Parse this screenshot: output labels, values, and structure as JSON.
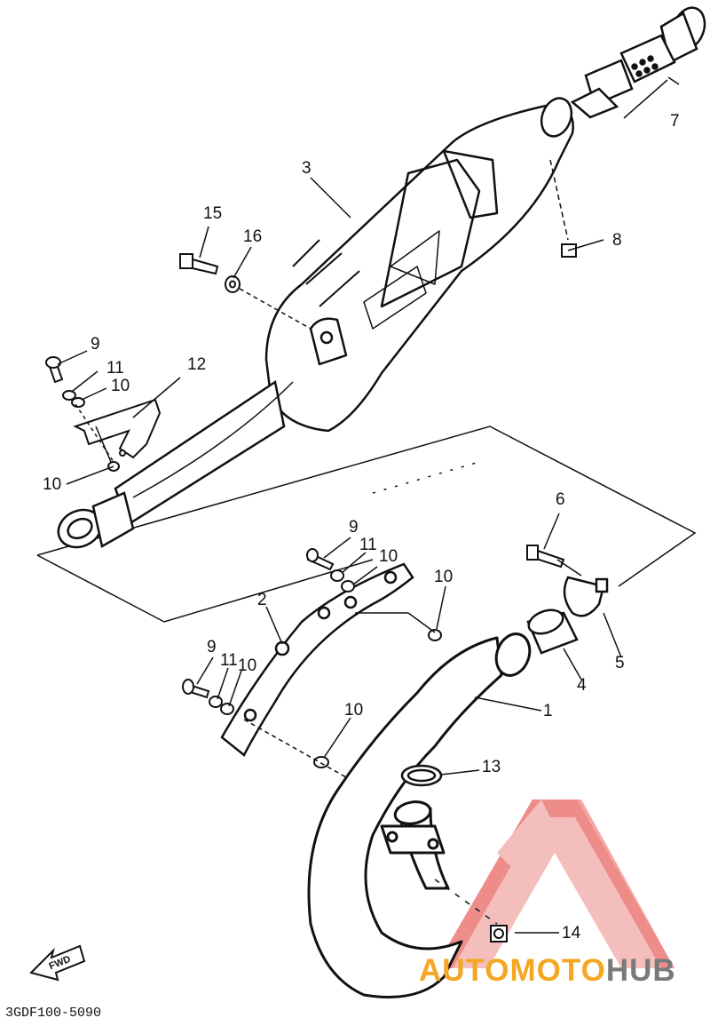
{
  "diagram": {
    "part_code": "3GDF100-5090",
    "fwd_label": "FWD",
    "callouts": [
      {
        "id": "1",
        "label": "1"
      },
      {
        "id": "2",
        "label": "2"
      },
      {
        "id": "3",
        "label": "3"
      },
      {
        "id": "4",
        "label": "4"
      },
      {
        "id": "5",
        "label": "5"
      },
      {
        "id": "6",
        "label": "6"
      },
      {
        "id": "7",
        "label": "7"
      },
      {
        "id": "8",
        "label": "8"
      },
      {
        "id": "9a",
        "label": "9"
      },
      {
        "id": "9b",
        "label": "9"
      },
      {
        "id": "9c",
        "label": "9"
      },
      {
        "id": "10a",
        "label": "10"
      },
      {
        "id": "10b",
        "label": "10"
      },
      {
        "id": "10c",
        "label": "10"
      },
      {
        "id": "10d",
        "label": "10"
      },
      {
        "id": "10e",
        "label": "10"
      },
      {
        "id": "10f",
        "label": "10"
      },
      {
        "id": "11a",
        "label": "11"
      },
      {
        "id": "11b",
        "label": "11"
      },
      {
        "id": "11c",
        "label": "11"
      },
      {
        "id": "12",
        "label": "12"
      },
      {
        "id": "13",
        "label": "13"
      },
      {
        "id": "14",
        "label": "14"
      },
      {
        "id": "15",
        "label": "15"
      },
      {
        "id": "16",
        "label": "16"
      }
    ]
  },
  "watermark": {
    "text_part1": "AUTOMOTO",
    "text_part2": "HUB",
    "color_orange": "#f5a623",
    "color_red": "#e8524f",
    "color_gray": "#7a7a7a"
  }
}
